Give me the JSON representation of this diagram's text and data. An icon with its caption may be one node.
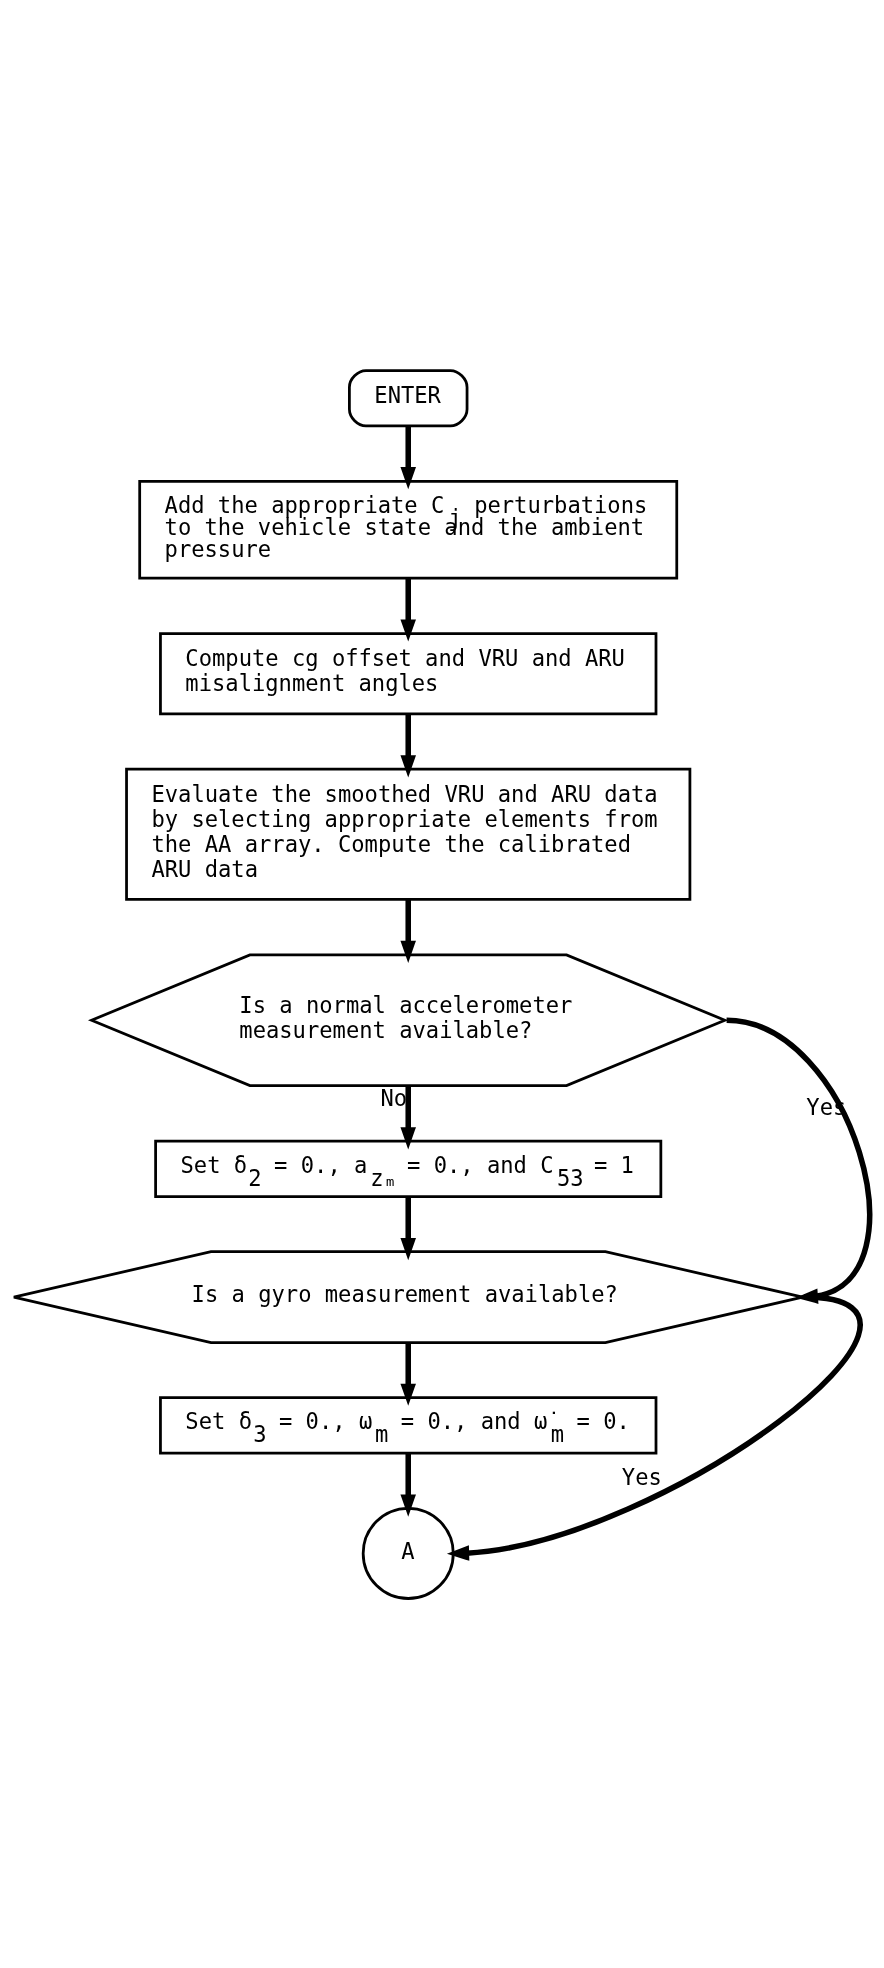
{
  "diagram": {
    "nodes": [
      {
        "text": [
          "ENTER"
        ]
      },
      {
        "text": [
          "Add the appropriate C$_{j}$ perturbations to the vehicle state and the ambient pressure"
        ]
      },
      {
        "text": [
          "Compute cg offset and VRU and ARU misalignment angles"
        ]
      },
      {
        "text": [
          "Evaluate the smoothed VRU and ARU data by selecting appropriate elements from the AA array. Compute the calibrated ARU data"
        ]
      },
      {
        "text": [
          "Is a normal accelerometer measurement available?"
        ]
      },
      {
        "text": [
          "Set δ$_{2}$ = 0., a$_{zₘ}$ = 0., and C$_{53}$ = 1"
        ]
      },
      {
        "text": [
          "Is a gyro measurement available?"
        ]
      },
      {
        "text": [
          "Set δ$_{3}$ = 0., ω$_{m}$ = 0., and ω̇$_{m}$ = 0."
        ]
      },
      {
        "text": [
          "A"
        ]
      }
    ],
    "edges": [
      {
        "from": 0,
        "to": 1,
        "arrow": "to"
      },
      {
        "from": 1,
        "to": 2,
        "arrow": "to"
      },
      {
        "from": 2,
        "to": 3,
        "arrow": "to"
      },
      {
        "from": 3,
        "to": 4,
        "arrow": "to"
      },
      {
        "from": 4,
        "to": 5,
        "arrow": "to",
        "label": "No"
      },
      {
        "from": 4,
        "to": 6,
        "arrow": "to",
        "label": "Yes"
      },
      {
        "from": 5,
        "to": 6,
        "arrow": "to"
      },
      {
        "from": 6,
        "to": 7,
        "arrow": "to"
      },
      {
        "from": 6,
        "to": 8,
        "arrow": "to",
        "label": "Yes"
      },
      {
        "from": 7,
        "to": 8,
        "arrow": "to"
      }
    ]
  }
}
